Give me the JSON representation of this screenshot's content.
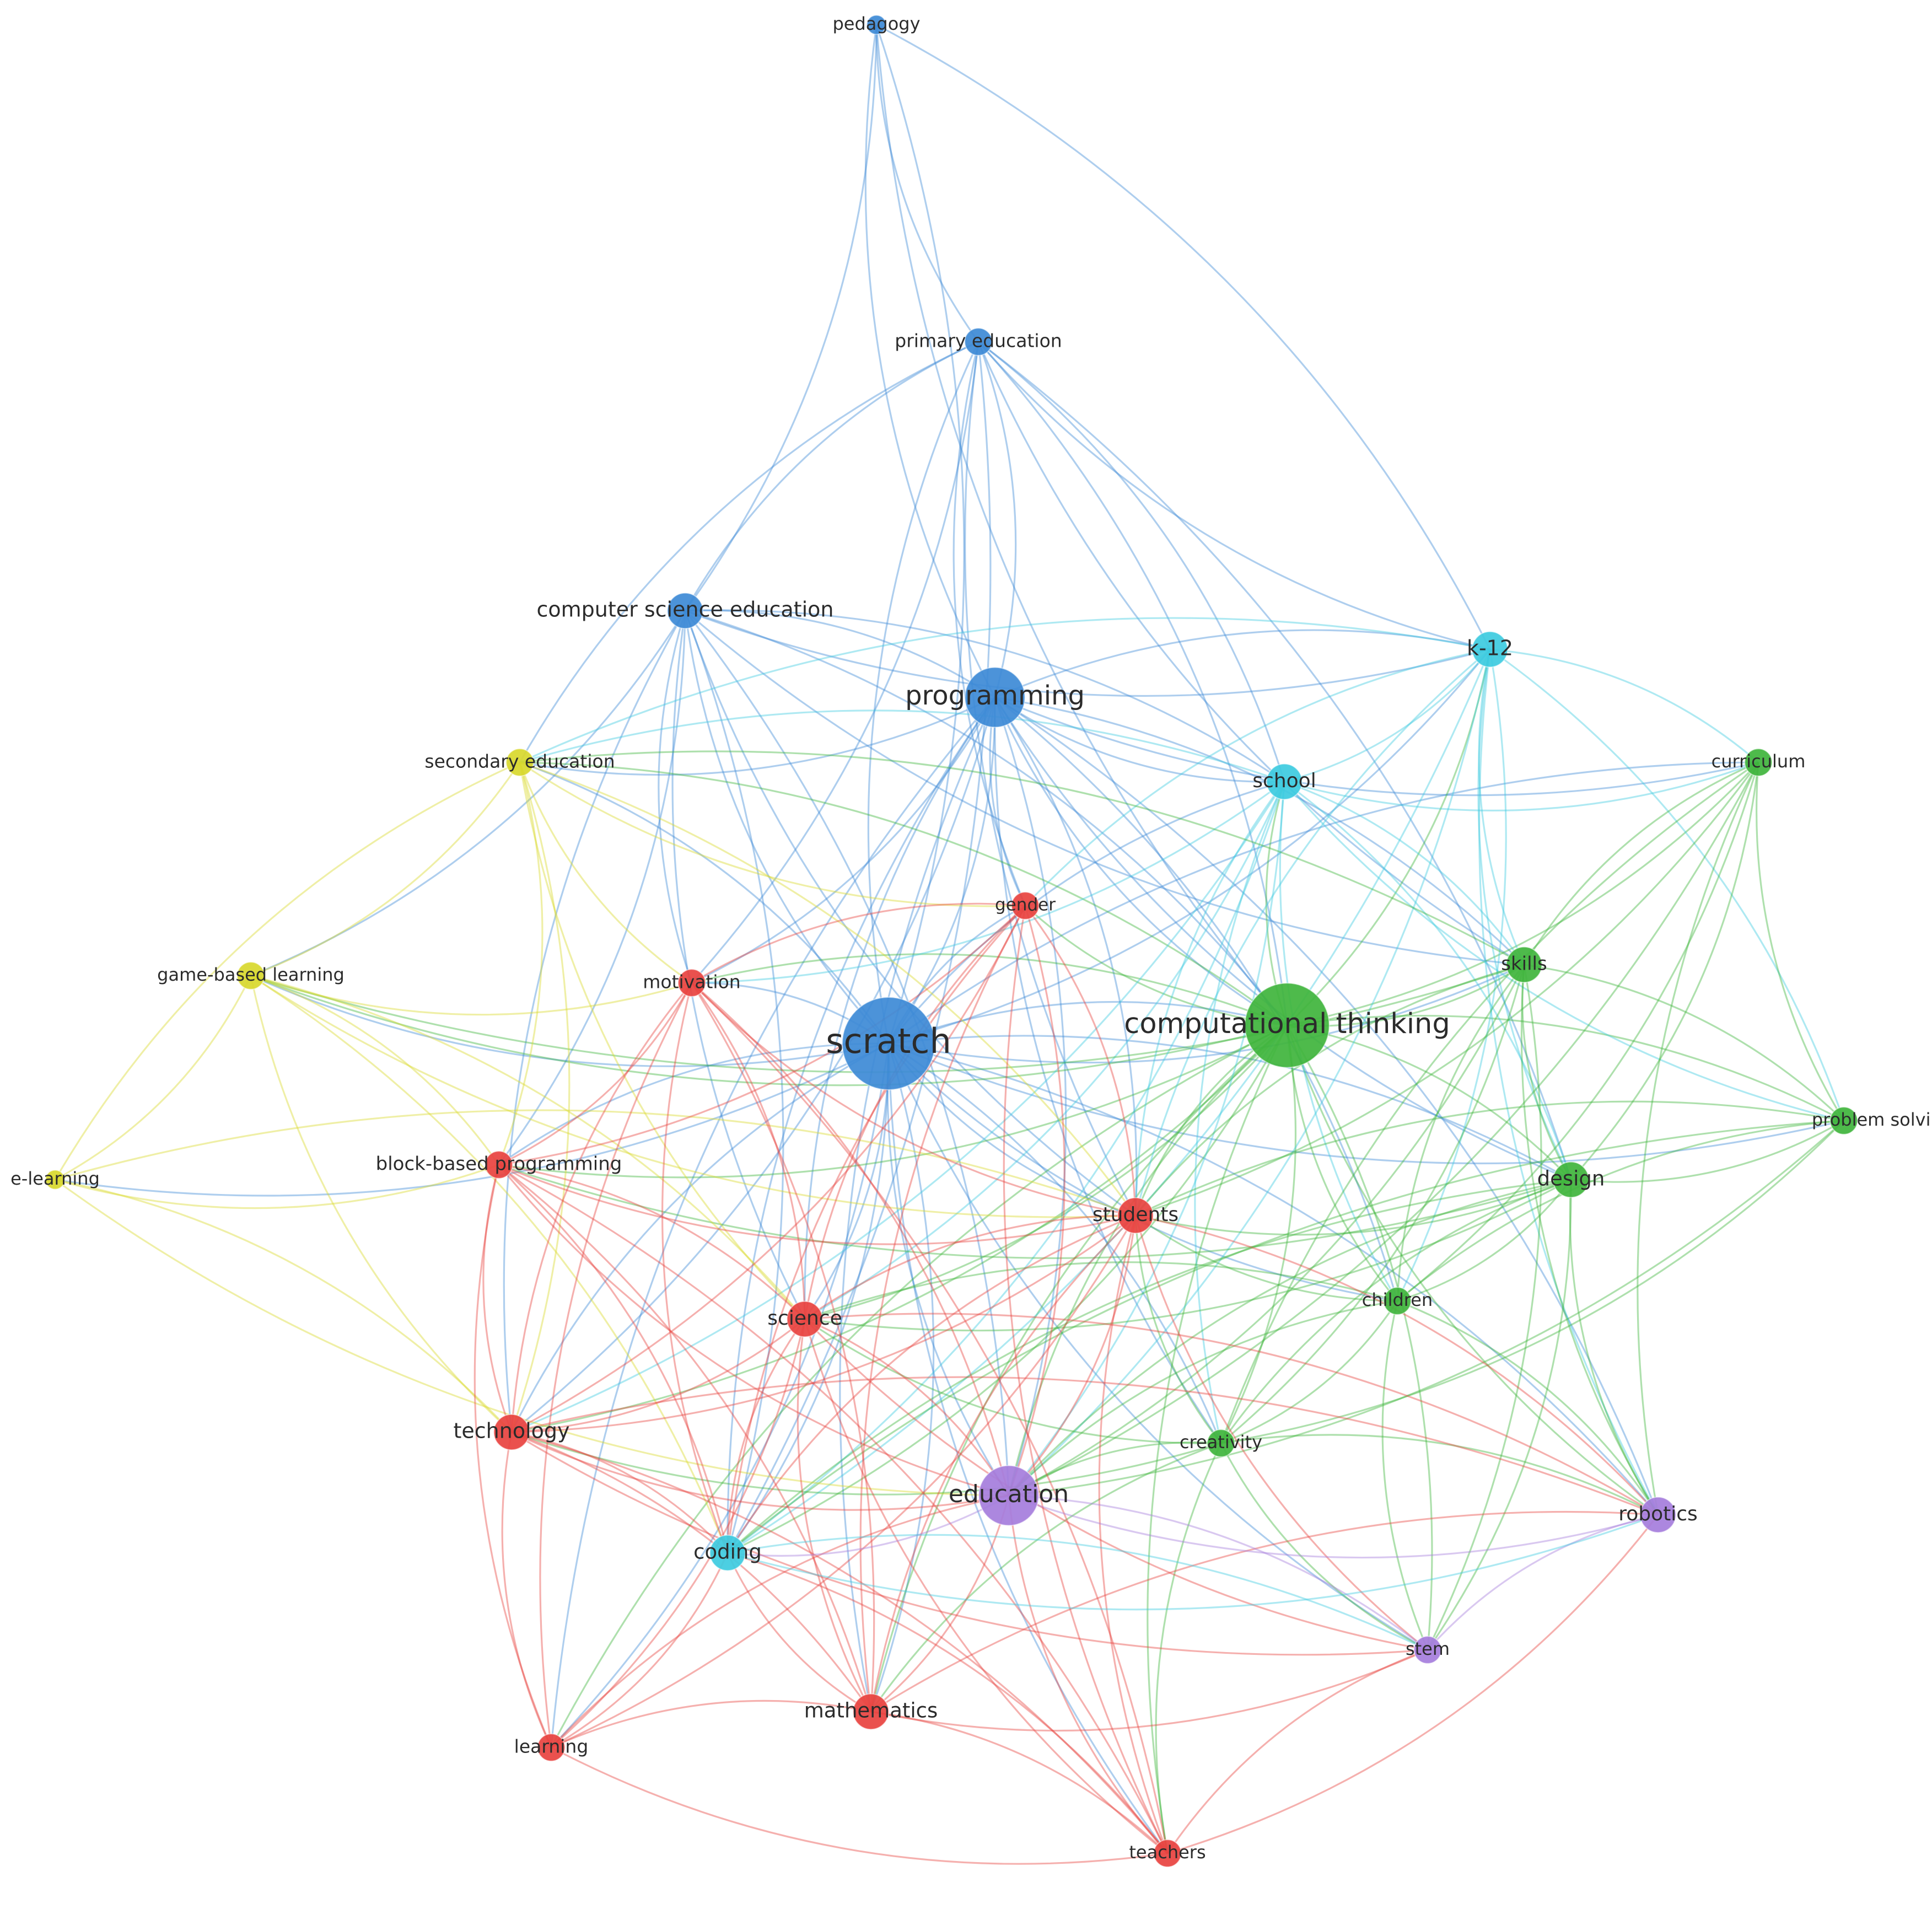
{
  "clusters": {
    "red": "#e8423f",
    "green": "#3fb43c",
    "blue": "#3d8ad6",
    "yellow": "#d8d82c",
    "purple": "#a57ddc",
    "cyan": "#3dcbe0"
  },
  "nodes": [
    {
      "id": "pedagogy",
      "label": "pedagogy",
      "cluster": "blue",
      "weight": 1
    },
    {
      "id": "primary-education",
      "label": "primary education",
      "cluster": "blue",
      "weight": 2
    },
    {
      "id": "computer-science-education",
      "label": "computer science education",
      "cluster": "blue",
      "weight": 3
    },
    {
      "id": "programming",
      "label": "programming",
      "cluster": "blue",
      "weight": 6
    },
    {
      "id": "scratch",
      "label": "scratch",
      "cluster": "blue",
      "weight": 10
    },
    {
      "id": "k-12",
      "label": "k-12",
      "cluster": "cyan",
      "weight": 3
    },
    {
      "id": "school",
      "label": "school",
      "cluster": "cyan",
      "weight": 3
    },
    {
      "id": "coding",
      "label": "coding",
      "cluster": "cyan",
      "weight": 3
    },
    {
      "id": "curriculum",
      "label": "curriculum",
      "cluster": "green",
      "weight": 2
    },
    {
      "id": "skills",
      "label": "skills",
      "cluster": "green",
      "weight": 3
    },
    {
      "id": "computational-thinking",
      "label": "computational thinking",
      "cluster": "green",
      "weight": 9
    },
    {
      "id": "problem-solving",
      "label": "problem solving",
      "cluster": "green",
      "weight": 2
    },
    {
      "id": "design",
      "label": "design",
      "cluster": "green",
      "weight": 3
    },
    {
      "id": "children",
      "label": "children",
      "cluster": "green",
      "weight": 2
    },
    {
      "id": "creativity",
      "label": "creativity",
      "cluster": "green",
      "weight": 2
    },
    {
      "id": "secondary-education",
      "label": "secondary education",
      "cluster": "yellow",
      "weight": 2
    },
    {
      "id": "game-based-learning",
      "label": "game-based learning",
      "cluster": "yellow",
      "weight": 2
    },
    {
      "id": "e-learning",
      "label": "e-learning",
      "cluster": "yellow",
      "weight": 1
    },
    {
      "id": "gender",
      "label": "gender",
      "cluster": "red",
      "weight": 2
    },
    {
      "id": "motivation",
      "label": "motivation",
      "cluster": "red",
      "weight": 2
    },
    {
      "id": "block-based-programming",
      "label": "block-based programming",
      "cluster": "red",
      "weight": 2
    },
    {
      "id": "students",
      "label": "students",
      "cluster": "red",
      "weight": 3
    },
    {
      "id": "science",
      "label": "science",
      "cluster": "red",
      "weight": 3
    },
    {
      "id": "technology",
      "label": "technology",
      "cluster": "red",
      "weight": 3
    },
    {
      "id": "mathematics",
      "label": "mathematics",
      "cluster": "red",
      "weight": 3
    },
    {
      "id": "learning",
      "label": "learning",
      "cluster": "red",
      "weight": 2
    },
    {
      "id": "teachers",
      "label": "teachers",
      "cluster": "red",
      "weight": 2
    },
    {
      "id": "education",
      "label": "education",
      "cluster": "purple",
      "weight": 6
    },
    {
      "id": "robotics",
      "label": "robotics",
      "cluster": "purple",
      "weight": 3
    },
    {
      "id": "stem",
      "label": "stem",
      "cluster": "purple",
      "weight": 2
    }
  ],
  "edges": [
    [
      "pedagogy",
      "primary-education"
    ],
    [
      "pedagogy",
      "computer-science-education"
    ],
    [
      "pedagogy",
      "programming"
    ],
    [
      "pedagogy",
      "scratch"
    ],
    [
      "pedagogy",
      "computational-thinking"
    ],
    [
      "pedagogy",
      "k-12"
    ],
    [
      "primary-education",
      "computer-science-education"
    ],
    [
      "primary-education",
      "programming"
    ],
    [
      "primary-education",
      "scratch"
    ],
    [
      "primary-education",
      "computational-thinking"
    ],
    [
      "primary-education",
      "k-12"
    ],
    [
      "primary-education",
      "school"
    ],
    [
      "primary-education",
      "skills"
    ],
    [
      "primary-education",
      "design"
    ],
    [
      "primary-education",
      "secondary-education"
    ],
    [
      "primary-education",
      "motivation"
    ],
    [
      "primary-education",
      "students"
    ],
    [
      "primary-education",
      "coding"
    ],
    [
      "primary-education",
      "gender"
    ],
    [
      "computer-science-education",
      "programming"
    ],
    [
      "computer-science-education",
      "scratch"
    ],
    [
      "computer-science-education",
      "computational-thinking"
    ],
    [
      "computer-science-education",
      "k-12"
    ],
    [
      "computer-science-education",
      "school"
    ],
    [
      "computer-science-education",
      "motivation"
    ],
    [
      "computer-science-education",
      "block-based-programming"
    ],
    [
      "computer-science-education",
      "science"
    ],
    [
      "computer-science-education",
      "education"
    ],
    [
      "computer-science-education",
      "students"
    ],
    [
      "computer-science-education",
      "coding"
    ],
    [
      "computer-science-education",
      "skills"
    ],
    [
      "computer-science-education",
      "game-based-learning"
    ],
    [
      "computer-science-education",
      "technology"
    ],
    [
      "programming",
      "scratch"
    ],
    [
      "programming",
      "computational-thinking"
    ],
    [
      "programming",
      "k-12"
    ],
    [
      "programming",
      "school"
    ],
    [
      "programming",
      "skills"
    ],
    [
      "programming",
      "design"
    ],
    [
      "programming",
      "students"
    ],
    [
      "programming",
      "science"
    ],
    [
      "programming",
      "education"
    ],
    [
      "programming",
      "coding"
    ],
    [
      "programming",
      "motivation"
    ],
    [
      "programming",
      "gender"
    ],
    [
      "programming",
      "technology"
    ],
    [
      "programming",
      "mathematics"
    ],
    [
      "programming",
      "children"
    ],
    [
      "programming",
      "creativity"
    ],
    [
      "programming",
      "secondary-education"
    ],
    [
      "programming",
      "curriculum"
    ],
    [
      "programming",
      "robotics"
    ],
    [
      "programming",
      "learning"
    ],
    [
      "scratch",
      "computational-thinking"
    ],
    [
      "scratch",
      "k-12"
    ],
    [
      "scratch",
      "school"
    ],
    [
      "scratch",
      "skills"
    ],
    [
      "scratch",
      "design"
    ],
    [
      "scratch",
      "students"
    ],
    [
      "scratch",
      "science"
    ],
    [
      "scratch",
      "education"
    ],
    [
      "scratch",
      "coding"
    ],
    [
      "scratch",
      "motivation"
    ],
    [
      "scratch",
      "gender"
    ],
    [
      "scratch",
      "technology"
    ],
    [
      "scratch",
      "mathematics"
    ],
    [
      "scratch",
      "children"
    ],
    [
      "scratch",
      "creativity"
    ],
    [
      "scratch",
      "secondary-education"
    ],
    [
      "scratch",
      "game-based-learning"
    ],
    [
      "scratch",
      "block-based-programming"
    ],
    [
      "scratch",
      "curriculum"
    ],
    [
      "scratch",
      "problem-solving"
    ],
    [
      "scratch",
      "robotics"
    ],
    [
      "scratch",
      "stem"
    ],
    [
      "scratch",
      "learning"
    ],
    [
      "scratch",
      "teachers"
    ],
    [
      "scratch",
      "e-learning"
    ],
    [
      "computational-thinking",
      "k-12"
    ],
    [
      "computational-thinking",
      "school"
    ],
    [
      "computational-thinking",
      "skills"
    ],
    [
      "computational-thinking",
      "design"
    ],
    [
      "computational-thinking",
      "students"
    ],
    [
      "computational-thinking",
      "science"
    ],
    [
      "computational-thinking",
      "education"
    ],
    [
      "computational-thinking",
      "coding"
    ],
    [
      "computational-thinking",
      "curriculum"
    ],
    [
      "computational-thinking",
      "problem-solving"
    ],
    [
      "computational-thinking",
      "children"
    ],
    [
      "computational-thinking",
      "creativity"
    ],
    [
      "computational-thinking",
      "robotics"
    ],
    [
      "computational-thinking",
      "stem"
    ],
    [
      "computational-thinking",
      "mathematics"
    ],
    [
      "computational-thinking",
      "technology"
    ],
    [
      "computational-thinking",
      "teachers"
    ],
    [
      "computational-thinking",
      "gender"
    ],
    [
      "computational-thinking",
      "motivation"
    ],
    [
      "computational-thinking",
      "block-based-programming"
    ],
    [
      "computational-thinking",
      "secondary-education"
    ],
    [
      "computational-thinking",
      "game-based-learning"
    ],
    [
      "computational-thinking",
      "learning"
    ],
    [
      "k-12",
      "school"
    ],
    [
      "k-12",
      "skills"
    ],
    [
      "k-12",
      "curriculum"
    ],
    [
      "k-12",
      "design"
    ],
    [
      "k-12",
      "problem-solving"
    ],
    [
      "k-12",
      "students"
    ],
    [
      "k-12",
      "coding"
    ],
    [
      "k-12",
      "robotics"
    ],
    [
      "k-12",
      "children"
    ],
    [
      "k-12",
      "secondary-education"
    ],
    [
      "k-12",
      "education"
    ],
    [
      "k-12",
      "gender"
    ],
    [
      "school",
      "skills"
    ],
    [
      "school",
      "curriculum"
    ],
    [
      "school",
      "design"
    ],
    [
      "school",
      "students"
    ],
    [
      "school",
      "coding"
    ],
    [
      "school",
      "children"
    ],
    [
      "school",
      "science"
    ],
    [
      "school",
      "creativity"
    ],
    [
      "school",
      "education"
    ],
    [
      "school",
      "problem-solving"
    ],
    [
      "school",
      "motivation"
    ],
    [
      "school",
      "secondary-education"
    ],
    [
      "school",
      "technology"
    ],
    [
      "curriculum",
      "skills"
    ],
    [
      "curriculum",
      "design"
    ],
    [
      "curriculum",
      "problem-solving"
    ],
    [
      "curriculum",
      "children"
    ],
    [
      "curriculum",
      "creativity"
    ],
    [
      "curriculum",
      "students"
    ],
    [
      "curriculum",
      "robotics"
    ],
    [
      "curriculum",
      "education"
    ],
    [
      "skills",
      "design"
    ],
    [
      "skills",
      "problem-solving"
    ],
    [
      "skills",
      "children"
    ],
    [
      "skills",
      "creativity"
    ],
    [
      "skills",
      "students"
    ],
    [
      "skills",
      "stem"
    ],
    [
      "skills",
      "robotics"
    ],
    [
      "skills",
      "education"
    ],
    [
      "skills",
      "secondary-education"
    ],
    [
      "skills",
      "game-based-learning"
    ],
    [
      "design",
      "problem-solving"
    ],
    [
      "design",
      "children"
    ],
    [
      "design",
      "creativity"
    ],
    [
      "design",
      "students"
    ],
    [
      "design",
      "robotics"
    ],
    [
      "design",
      "stem"
    ],
    [
      "design",
      "education"
    ],
    [
      "design",
      "science"
    ],
    [
      "design",
      "coding"
    ],
    [
      "design",
      "block-based-programming"
    ],
    [
      "problem-solving",
      "children"
    ],
    [
      "problem-solving",
      "creativity"
    ],
    [
      "problem-solving",
      "students"
    ],
    [
      "problem-solving",
      "education"
    ],
    [
      "problem-solving",
      "coding"
    ],
    [
      "children",
      "creativity"
    ],
    [
      "children",
      "stem"
    ],
    [
      "children",
      "robotics"
    ],
    [
      "children",
      "education"
    ],
    [
      "children",
      "students"
    ],
    [
      "children",
      "science"
    ],
    [
      "creativity",
      "students"
    ],
    [
      "creativity",
      "education"
    ],
    [
      "creativity",
      "robotics"
    ],
    [
      "creativity",
      "stem"
    ],
    [
      "creativity",
      "science"
    ],
    [
      "creativity",
      "teachers"
    ],
    [
      "creativity",
      "technology"
    ],
    [
      "creativity",
      "mathematics"
    ],
    [
      "secondary-education",
      "game-based-learning"
    ],
    [
      "secondary-education",
      "motivation"
    ],
    [
      "secondary-education",
      "block-based-programming"
    ],
    [
      "secondary-education",
      "e-learning"
    ],
    [
      "secondary-education",
      "students"
    ],
    [
      "secondary-education",
      "science"
    ],
    [
      "secondary-education",
      "technology"
    ],
    [
      "secondary-education",
      "gender"
    ],
    [
      "game-based-learning",
      "e-learning"
    ],
    [
      "game-based-learning",
      "motivation"
    ],
    [
      "game-based-learning",
      "block-based-programming"
    ],
    [
      "game-based-learning",
      "students"
    ],
    [
      "game-based-learning",
      "science"
    ],
    [
      "game-based-learning",
      "technology"
    ],
    [
      "game-based-learning",
      "coding"
    ],
    [
      "e-learning",
      "block-based-programming"
    ],
    [
      "e-learning",
      "technology"
    ],
    [
      "e-learning",
      "education"
    ],
    [
      "e-learning",
      "students"
    ],
    [
      "gender",
      "motivation"
    ],
    [
      "gender",
      "students"
    ],
    [
      "gender",
      "science"
    ],
    [
      "gender",
      "technology"
    ],
    [
      "gender",
      "mathematics"
    ],
    [
      "gender",
      "education"
    ],
    [
      "gender",
      "coding"
    ],
    [
      "gender",
      "block-based-programming"
    ],
    [
      "gender",
      "teachers"
    ],
    [
      "motivation",
      "block-based-programming"
    ],
    [
      "motivation",
      "students"
    ],
    [
      "motivation",
      "science"
    ],
    [
      "motivation",
      "technology"
    ],
    [
      "motivation",
      "mathematics"
    ],
    [
      "motivation",
      "learning"
    ],
    [
      "motivation",
      "education"
    ],
    [
      "motivation",
      "coding"
    ],
    [
      "motivation",
      "teachers"
    ],
    [
      "block-based-programming",
      "students"
    ],
    [
      "block-based-programming",
      "science"
    ],
    [
      "block-based-programming",
      "technology"
    ],
    [
      "block-based-programming",
      "mathematics"
    ],
    [
      "block-based-programming",
      "learning"
    ],
    [
      "block-based-programming",
      "coding"
    ],
    [
      "block-based-programming",
      "education"
    ],
    [
      "block-based-programming",
      "teachers"
    ],
    [
      "students",
      "science"
    ],
    [
      "students",
      "technology"
    ],
    [
      "students",
      "mathematics"
    ],
    [
      "students",
      "learning"
    ],
    [
      "students",
      "teachers"
    ],
    [
      "students",
      "education"
    ],
    [
      "students",
      "coding"
    ],
    [
      "students",
      "robotics"
    ],
    [
      "students",
      "stem"
    ],
    [
      "science",
      "technology"
    ],
    [
      "science",
      "mathematics"
    ],
    [
      "science",
      "learning"
    ],
    [
      "science",
      "teachers"
    ],
    [
      "science",
      "education"
    ],
    [
      "science",
      "coding"
    ],
    [
      "science",
      "robotics"
    ],
    [
      "science",
      "stem"
    ],
    [
      "technology",
      "mathematics"
    ],
    [
      "technology",
      "learning"
    ],
    [
      "technology",
      "teachers"
    ],
    [
      "technology",
      "education"
    ],
    [
      "technology",
      "coding"
    ],
    [
      "technology",
      "stem"
    ],
    [
      "technology",
      "robotics"
    ],
    [
      "mathematics",
      "learning"
    ],
    [
      "mathematics",
      "teachers"
    ],
    [
      "mathematics",
      "education"
    ],
    [
      "mathematics",
      "coding"
    ],
    [
      "mathematics",
      "stem"
    ],
    [
      "mathematics",
      "robotics"
    ],
    [
      "learning",
      "teachers"
    ],
    [
      "learning",
      "education"
    ],
    [
      "learning",
      "coding"
    ],
    [
      "teachers",
      "education"
    ],
    [
      "teachers",
      "coding"
    ],
    [
      "teachers",
      "stem"
    ],
    [
      "teachers",
      "robotics"
    ],
    [
      "education",
      "coding"
    ],
    [
      "education",
      "robotics"
    ],
    [
      "education",
      "stem"
    ],
    [
      "robotics",
      "stem"
    ],
    [
      "coding",
      "stem"
    ],
    [
      "coding",
      "robotics"
    ]
  ]
}
